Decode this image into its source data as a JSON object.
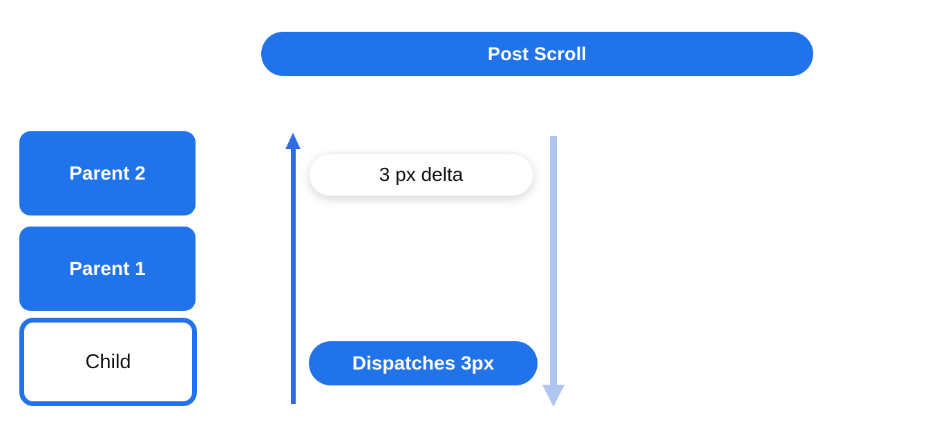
{
  "colors": {
    "primary_blue": "#2073e8",
    "arrow_up_blue": "#2e6de4",
    "arrow_down_light_blue": "#aec6f0",
    "pill_white": "#ffffff",
    "text_white": "#ffffff",
    "text_black": "#0c0c0c",
    "background": "#ffffff"
  },
  "banner": {
    "label": "Post Scroll"
  },
  "stack": {
    "items": [
      {
        "label": "Parent 2",
        "variant": "filled"
      },
      {
        "label": "Parent 1",
        "variant": "filled"
      },
      {
        "label": "Child",
        "variant": "outlined"
      }
    ]
  },
  "flow": {
    "up_arrow_icon": "arrow-up",
    "down_arrow_icon": "arrow-down",
    "delta_label": "3 px delta",
    "dispatch_label": "Dispatches 3px"
  }
}
